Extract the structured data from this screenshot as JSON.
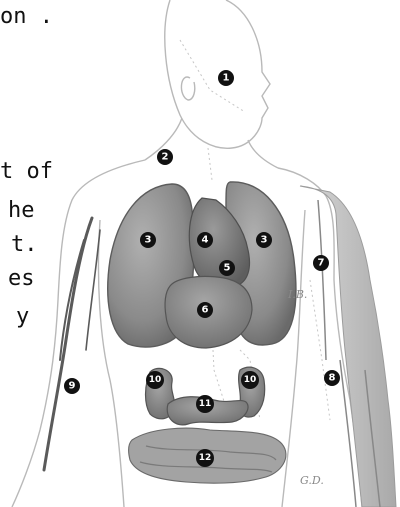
{
  "text_fragments": [
    "on .",
    "t of",
    "he",
    "t.",
    "es",
    "y"
  ],
  "organ_markers": [
    {
      "number": "1",
      "organ": "eye"
    },
    {
      "number": "2",
      "organ": "neck"
    },
    {
      "number": "3",
      "organ": "lung-right"
    },
    {
      "number": "3",
      "organ": "lung-left"
    },
    {
      "number": "4",
      "organ": "heart"
    },
    {
      "number": "5",
      "organ": "heart-lower"
    },
    {
      "number": "6",
      "organ": "liver"
    },
    {
      "number": "7",
      "organ": "upper-arm"
    },
    {
      "number": "8",
      "organ": "forearm"
    },
    {
      "number": "9",
      "organ": "arm-vessel"
    },
    {
      "number": "10",
      "organ": "kidney-right"
    },
    {
      "number": "10",
      "organ": "kidney-left"
    },
    {
      "number": "11",
      "organ": "pancreas"
    },
    {
      "number": "12",
      "organ": "intestine"
    }
  ],
  "faint_labels": [
    "I.B.",
    "G.D."
  ],
  "colors": {
    "skin_outline": "#b9b9b9",
    "organ_fill": "#8e8e8e",
    "organ_dark": "#6b6b6b",
    "badge": "#111111",
    "guide_line": "#c6c6c6"
  }
}
